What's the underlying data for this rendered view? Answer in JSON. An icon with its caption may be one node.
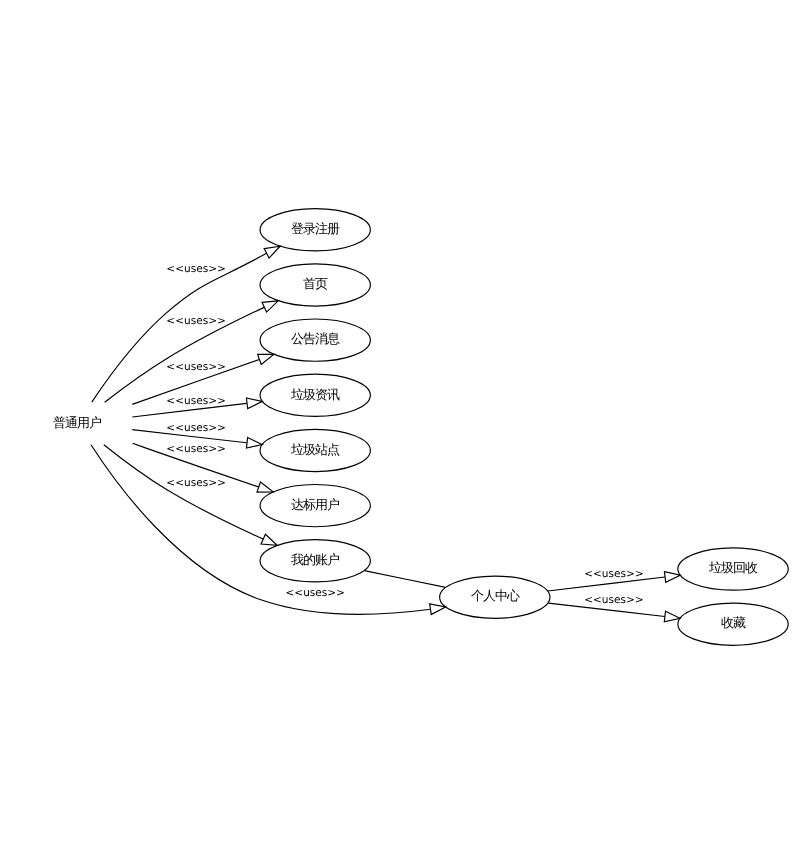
{
  "diagram": {
    "nodes": [
      {
        "text": [
          "普通用户"
        ]
      },
      {
        "text": [
          "登录注册"
        ]
      },
      {
        "text": [
          "首页"
        ]
      },
      {
        "text": [
          "公告消息"
        ]
      },
      {
        "text": [
          "垃圾资讯"
        ]
      },
      {
        "text": [
          "垃圾站点"
        ]
      },
      {
        "text": [
          "达标用户"
        ]
      },
      {
        "text": [
          "我的账户"
        ]
      },
      {
        "text": [
          "个人中心"
        ]
      },
      {
        "text": [
          "垃圾回收"
        ]
      },
      {
        "text": [
          "收藏"
        ]
      }
    ],
    "edges": [
      {
        "from": 0,
        "to": 1,
        "arrow": "to",
        "label": "<<uses>>"
      },
      {
        "from": 0,
        "to": 2,
        "arrow": "to",
        "label": "<<uses>>"
      },
      {
        "from": 0,
        "to": 3,
        "arrow": "to",
        "label": "<<uses>>"
      },
      {
        "from": 0,
        "to": 4,
        "arrow": "to",
        "label": "<<uses>>"
      },
      {
        "from": 0,
        "to": 5,
        "arrow": "to",
        "label": "<<uses>>"
      },
      {
        "from": 0,
        "to": 6,
        "arrow": "to",
        "label": "<<uses>>"
      },
      {
        "from": 0,
        "to": 7,
        "arrow": "to",
        "label": "<<uses>>"
      },
      {
        "from": 0,
        "to": 8,
        "arrow": "to",
        "label": "<<uses>>"
      },
      {
        "from": 7,
        "to": 8,
        "arrow": "none"
      },
      {
        "from": 8,
        "to": 9,
        "arrow": "to",
        "label": "<<uses>>"
      },
      {
        "from": 8,
        "to": 10,
        "arrow": "to",
        "label": "<<uses>>"
      }
    ]
  }
}
